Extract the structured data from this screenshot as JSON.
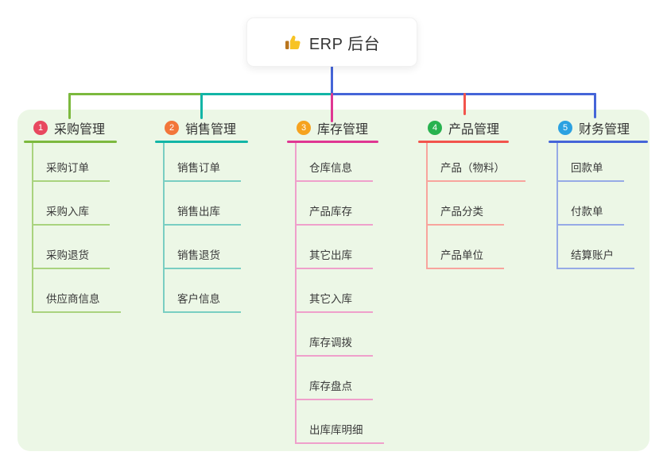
{
  "root": {
    "title": "ERP 后台",
    "icon": "thumbs-up-icon"
  },
  "branches": [
    {
      "num": "1",
      "label": "采购管理",
      "color": "#7cb93e",
      "tint": "#a9d37e",
      "badge_color": "#e8485f",
      "children": [
        "采购订单",
        "采购入库",
        "采购退货",
        "供应商信息"
      ]
    },
    {
      "num": "2",
      "label": "销售管理",
      "color": "#12b5a6",
      "tint": "#79cec2",
      "badge_color": "#f2763a",
      "children": [
        "销售订单",
        "销售出库",
        "销售退货",
        "客户信息"
      ]
    },
    {
      "num": "3",
      "label": "库存管理",
      "color": "#df3792",
      "tint": "#efa0cb",
      "badge_color": "#f6a31f",
      "children": [
        "仓库信息",
        "产品库存",
        "其它出库",
        "其它入库",
        "库存调拨",
        "库存盘点",
        "出库库明细"
      ]
    },
    {
      "num": "4",
      "label": "产品管理",
      "color": "#f2544c",
      "tint": "#f8a49d",
      "badge_color": "#28b24f",
      "children": [
        "产品（物料）",
        "产品分类",
        "产品单位"
      ]
    },
    {
      "num": "5",
      "label": "财务管理",
      "color": "#4565d8",
      "tint": "#96aae6",
      "badge_color": "#2ba1e1",
      "children": [
        "回款单",
        "付款单",
        "结算账户"
      ]
    }
  ],
  "colors": {
    "panel_bg": "#ecf7e6",
    "connector_blue": "#4565d8",
    "icon_yellow": "#f7c325",
    "icon_brown": "#b9751e"
  }
}
